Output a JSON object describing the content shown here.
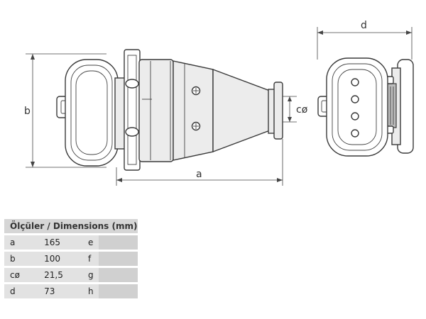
{
  "labels": {
    "a": "a",
    "b": "b",
    "c": "cø",
    "d": "d"
  },
  "table": {
    "title": "Ölçüler / Dimensions (mm)",
    "rows": [
      {
        "k": "a",
        "v": "165",
        "k2": "e",
        "v2": ""
      },
      {
        "k": "b",
        "v": "100",
        "k2": "f",
        "v2": ""
      },
      {
        "k": "cø",
        "v": "21,5",
        "k2": "g",
        "v2": ""
      },
      {
        "k": "d",
        "v": "73",
        "k2": "h",
        "v2": ""
      }
    ]
  }
}
